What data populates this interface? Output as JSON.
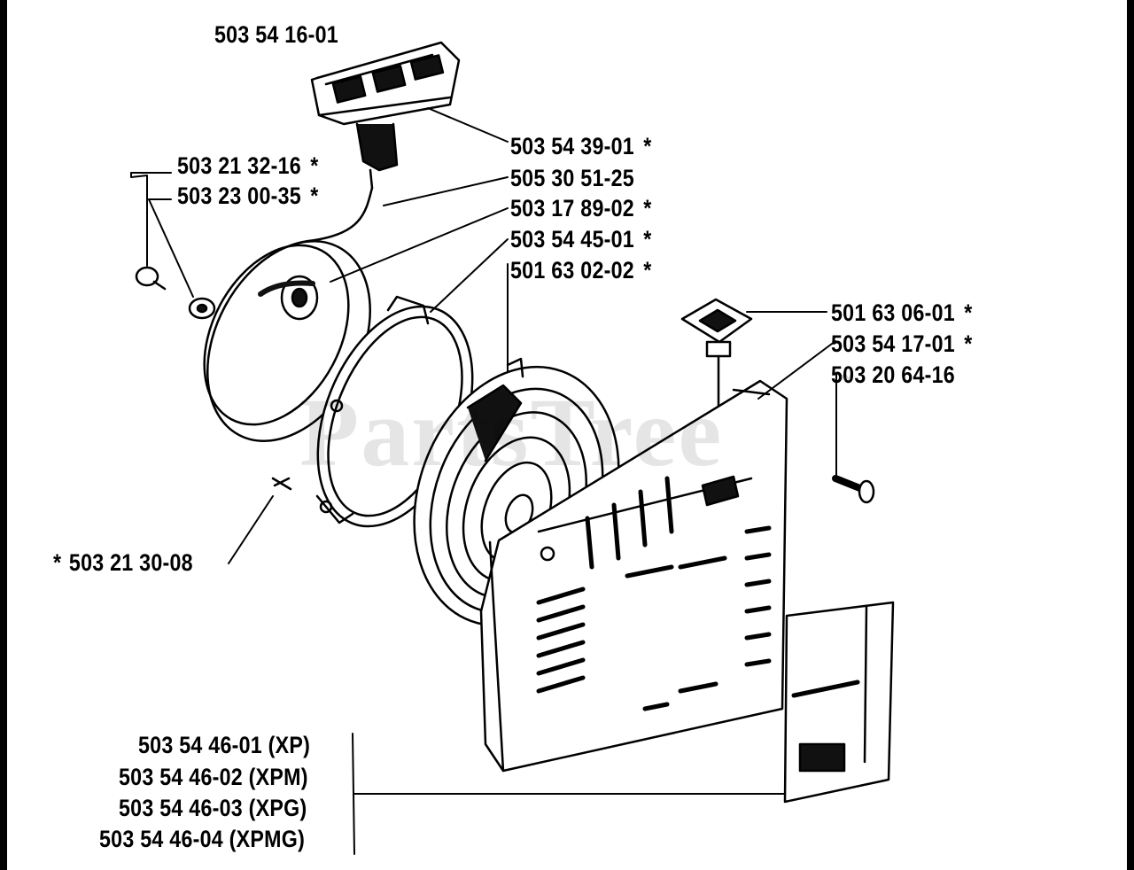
{
  "watermark": {
    "text": "PartsTree",
    "tm": "™"
  },
  "labels": [
    {
      "id": "p1",
      "text": "503 54 16-01",
      "star": ""
    },
    {
      "id": "p2",
      "text": "503 54 39-01",
      "star": "*"
    },
    {
      "id": "p3",
      "text": "503 21 32-16",
      "star": "*"
    },
    {
      "id": "p4",
      "text": "505 30 51-25",
      "star": ""
    },
    {
      "id": "p5",
      "text": "503 23 00-35",
      "star": "*"
    },
    {
      "id": "p6",
      "text": "503 17 89-02",
      "star": "*"
    },
    {
      "id": "p7",
      "text": "503 54 45-01",
      "star": "*"
    },
    {
      "id": "p8",
      "text": "501 63 02-02",
      "star": "*"
    },
    {
      "id": "p9",
      "text": "501 63 06-01",
      "star": "*"
    },
    {
      "id": "p10",
      "text": "503 54 17-01",
      "star": "*"
    },
    {
      "id": "p11",
      "text": "503 20 64-16",
      "star": ""
    },
    {
      "id": "p12",
      "text": "503 21 30-08",
      "lead": "*"
    },
    {
      "id": "p13",
      "text": "503 54 46-01 (XP)",
      "star": ""
    },
    {
      "id": "p14",
      "text": "503 54 46-02 (XPM)",
      "star": ""
    },
    {
      "id": "p15",
      "text": "503 54 46-03 (XPG)",
      "star": ""
    },
    {
      "id": "p16",
      "text": "503 54 46-04 (XPMG)",
      "star": ""
    }
  ]
}
